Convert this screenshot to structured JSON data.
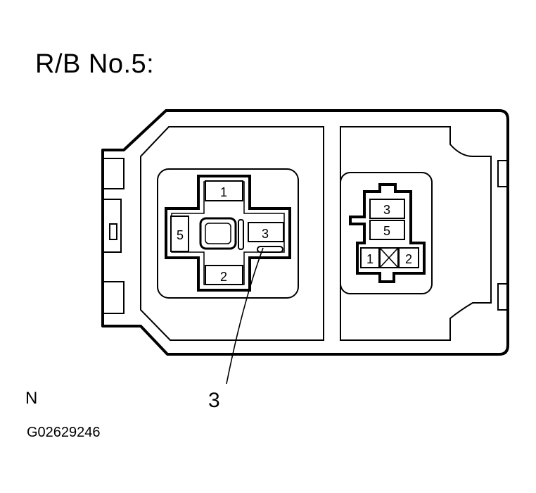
{
  "title": "R/B No.5:",
  "callout": "3",
  "view_label": "N",
  "figure_code": "G02629246",
  "left_connector": {
    "terminals": [
      {
        "label": "1"
      },
      {
        "label": "5"
      },
      {
        "label": "3"
      },
      {
        "label": "2"
      }
    ]
  },
  "right_connector": {
    "terminals": [
      {
        "label": "3"
      },
      {
        "label": "5"
      },
      {
        "label": "1"
      },
      {
        "label": "2"
      }
    ]
  }
}
